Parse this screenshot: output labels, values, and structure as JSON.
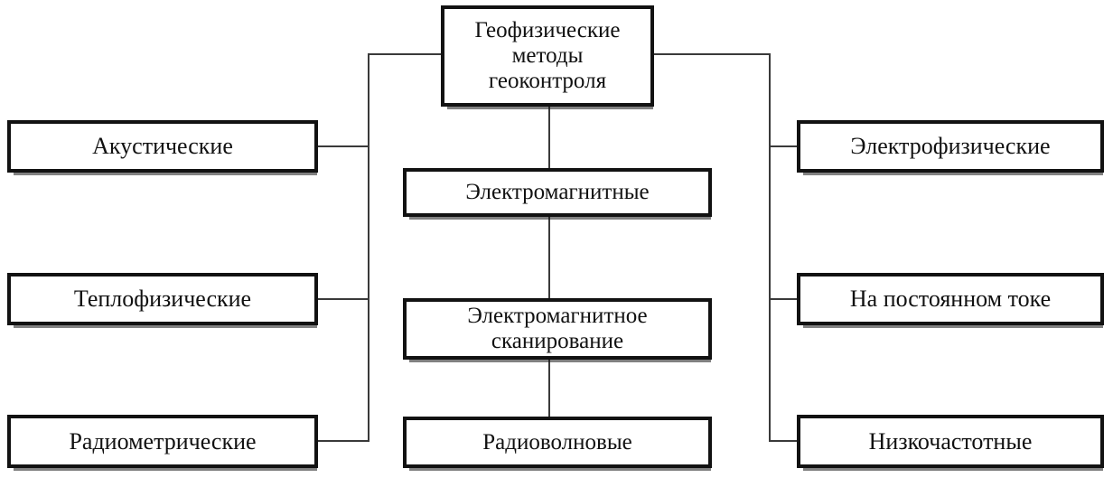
{
  "diagram": {
    "title_text": "Геофизические методы геоконтроля",
    "root": {
      "line1": "Геофизические",
      "line2": "методы",
      "line3": "геоконтроля"
    },
    "left_column": [
      {
        "label": "Акустические"
      },
      {
        "label": "Теплофизические"
      },
      {
        "label": "Радиометрические"
      }
    ],
    "middle_column": [
      {
        "label": "Электромагнитные"
      },
      {
        "line1": "Электромагнитное",
        "line2": "сканирование"
      },
      {
        "label": "Радиоволновые"
      }
    ],
    "right_column": [
      {
        "label": "Электрофизические"
      },
      {
        "label": "На постоянном токе"
      },
      {
        "label": "Низкочастотные"
      }
    ],
    "colors": {
      "box_border": "#121212",
      "connector": "#3a3a3a",
      "background": "#ffffff",
      "text": "#111111"
    }
  }
}
